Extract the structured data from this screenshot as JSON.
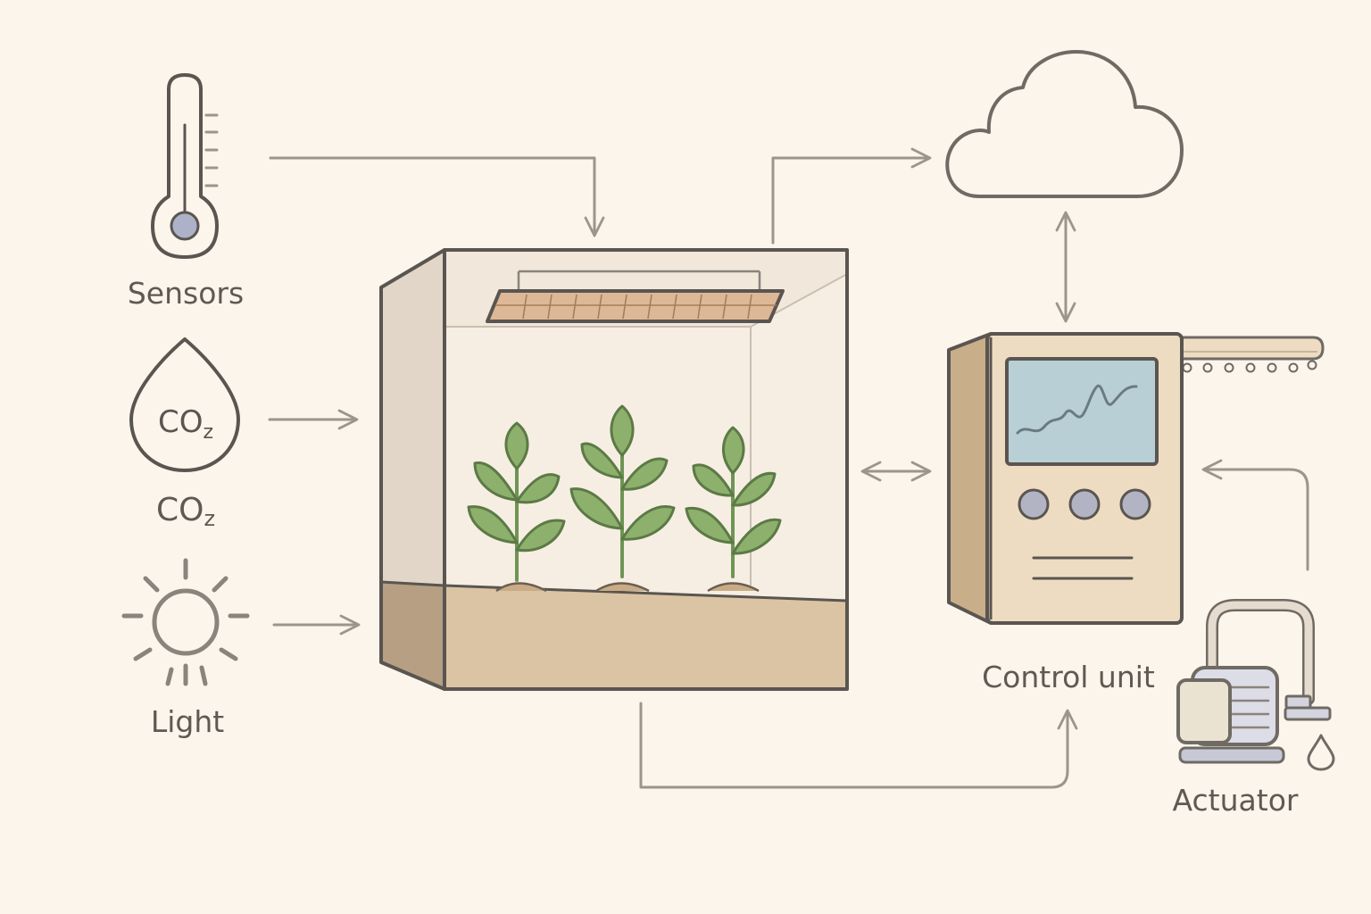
{
  "labels": {
    "sensors": "Sensors",
    "co2_icon": "CO",
    "co2_icon_sub": "z",
    "co2": "CO",
    "co2_sub": "z",
    "light": "Light",
    "control_unit": "Control unit",
    "actuator": "Actuator"
  },
  "colors": {
    "background": "#fbf5ec",
    "outline": "#5a5550",
    "connector": "#9c958c",
    "leaf": "#8db06d",
    "soil": "#dbc4a3",
    "screen": "#b9cfd6",
    "button": "#b2b4c4",
    "panel": "#eedcc2"
  },
  "icons": [
    "thermometer-icon",
    "co2-drop-icon",
    "sun-icon",
    "cloud-icon",
    "grow-light-icon",
    "pump-icon",
    "water-drop-icon",
    "sprinkler-icon"
  ]
}
